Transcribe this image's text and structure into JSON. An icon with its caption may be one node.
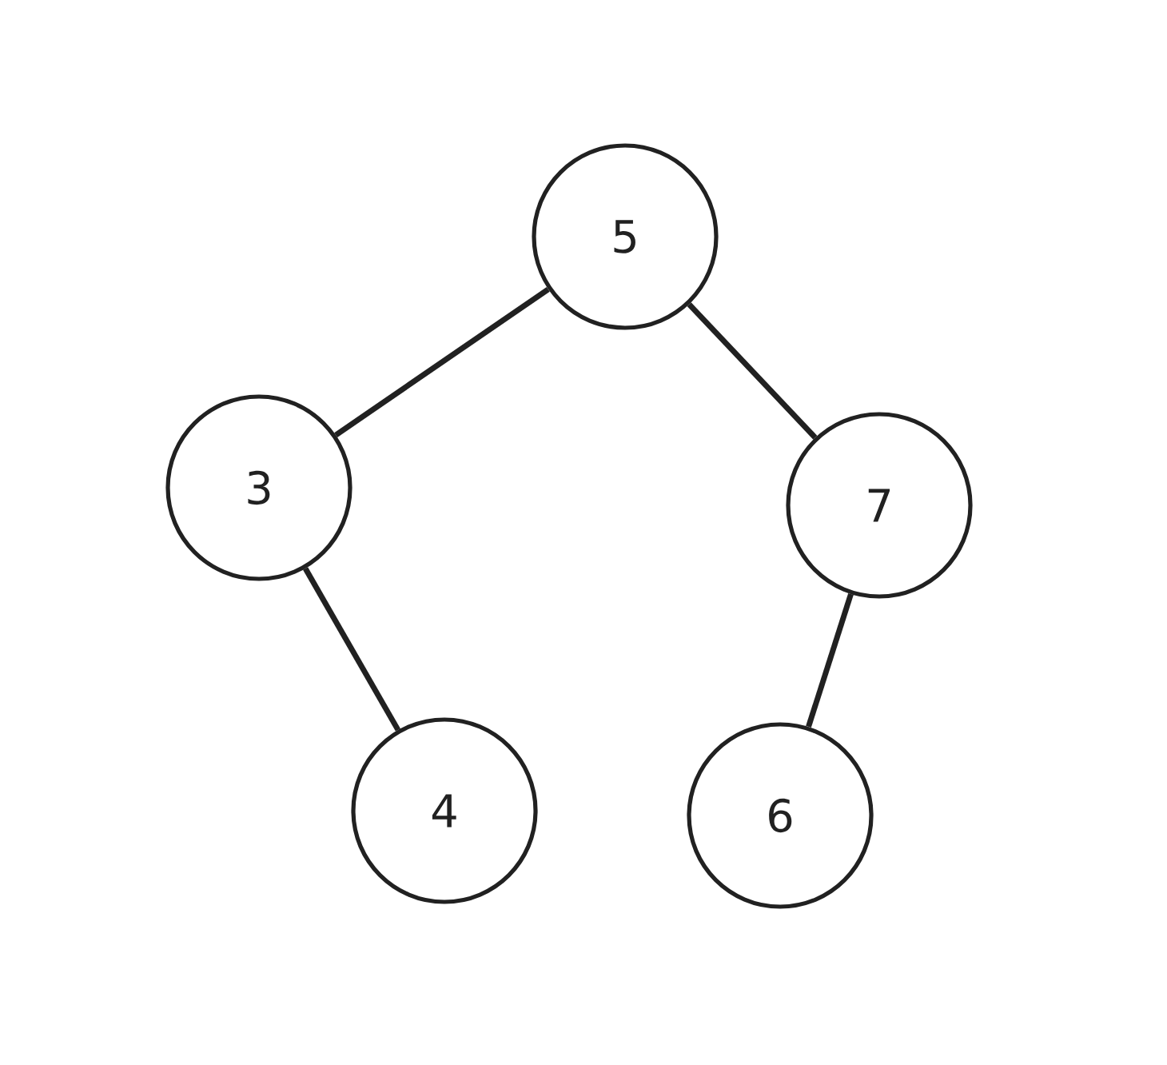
{
  "diagram": {
    "nodes": [
      {
        "text": [
          "5"
        ]
      },
      {
        "text": [
          "3"
        ]
      },
      {
        "text": [
          "7"
        ]
      },
      {
        "text": [
          "4"
        ]
      },
      {
        "text": [
          "6"
        ]
      }
    ],
    "edges": [
      {
        "from": 0,
        "to": 1,
        "arrow": "none"
      },
      {
        "from": 0,
        "to": 2,
        "arrow": "none"
      },
      {
        "from": 1,
        "to": 3,
        "arrow": "none"
      },
      {
        "from": 2,
        "to": 4,
        "arrow": "none"
      }
    ]
  }
}
